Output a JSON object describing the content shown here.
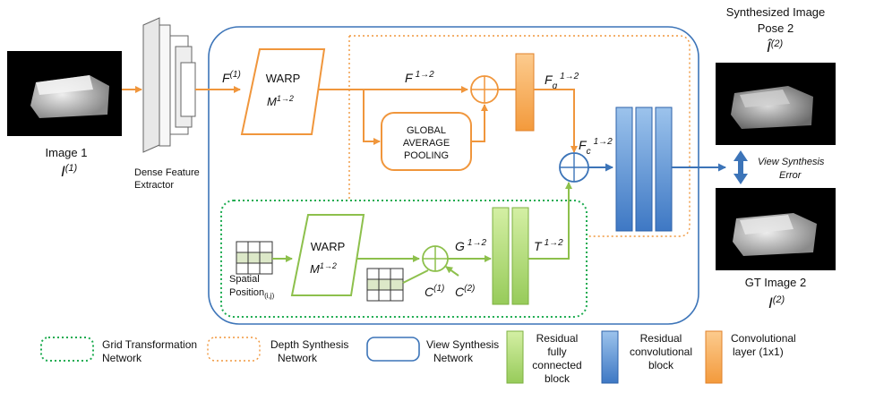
{
  "images": {
    "input": {
      "title": "Image 1",
      "symbol": "I",
      "sup": "(1)"
    },
    "synth": {
      "title_line1": "Synthesized Image",
      "title_line2": "Pose 2",
      "symbol": "Î",
      "sup": "(2)"
    },
    "gt": {
      "title": "GT Image 2",
      "symbol": "I",
      "sup": "(2)"
    }
  },
  "extractor": {
    "line1": "Dense Feature",
    "line2": "Extractor"
  },
  "features": {
    "f1": {
      "base": "F",
      "sup": "(1)"
    },
    "f12": {
      "base": "F",
      "sup": "1→2"
    },
    "fg": {
      "base": "F",
      "sub": "g",
      "sup": "1→2"
    },
    "fc": {
      "base": "F",
      "sub": "c",
      "sup": "1→2"
    },
    "g12": {
      "base": "G",
      "sup": "1→2"
    },
    "t12": {
      "base": "T",
      "sup": "1→2"
    },
    "c1": {
      "base": "C",
      "sup": "(1)"
    },
    "c2": {
      "base": "C",
      "sup": "(2)"
    }
  },
  "warp_top": {
    "title": "WARP",
    "base": "M",
    "sup": "1→2"
  },
  "warp_bottom": {
    "title": "WARP",
    "base": "M",
    "sup": "1→2"
  },
  "gap": {
    "line1": "GLOBAL",
    "line2": "AVERAGE",
    "line3": "POOLING"
  },
  "spatial": {
    "label": "Spatial",
    "label2": "Position",
    "sub": "(i,j)"
  },
  "error": {
    "line1": "View Synthesis",
    "line2": "Error"
  },
  "legend": {
    "grid": {
      "line1": "Grid Transformation",
      "line2": "Network"
    },
    "depth": {
      "line1": "Depth Synthesis",
      "line2": "Network"
    },
    "view": {
      "line1": "View Synthesis",
      "line2": "Network"
    },
    "fc": {
      "line1": "Residual",
      "line2": "fully",
      "line3": "connected",
      "line4": "block"
    },
    "conv": {
      "line1": "Residual",
      "line2": "convolutional",
      "line3": "block"
    },
    "layer": {
      "line1": "Convolutional",
      "line2": "layer (1x1)"
    }
  },
  "colors": {
    "orange": "#F0963C",
    "green": "#8DC04C",
    "blue": "#3C74B8",
    "dotted_green": "#1DAB50",
    "gray": "#666666"
  }
}
